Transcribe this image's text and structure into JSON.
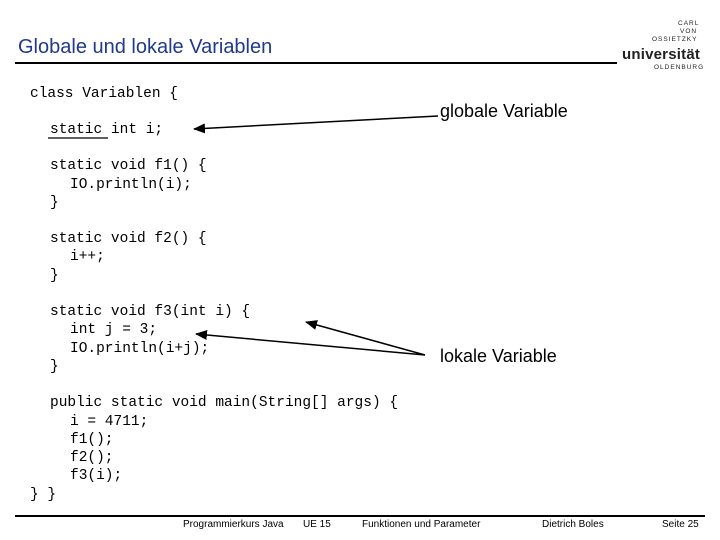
{
  "slide": {
    "title": "Globale und lokale Variablen"
  },
  "logo": {
    "line1": "CARL",
    "line2": "VON",
    "line3": "OSSIETZKY",
    "name": "universität",
    "city": "OLDENBURG"
  },
  "code": {
    "lines": [
      "class Variablen {",
      "static int i;",
      "static void f1() {",
      "IO.println(i);",
      "}",
      "static void f2() {",
      "i++;",
      "}",
      "static void f3(int i) {",
      "int j = 3;",
      "IO.println(i+j);",
      "}",
      "public static void main(String[] args) {",
      "i = 4711;",
      "f1();",
      "f2();",
      "f3(i);",
      "} }"
    ]
  },
  "callouts": {
    "global": "globale Variable",
    "local": "lokale Variable"
  },
  "footer": {
    "course": "Programmierkurs Java",
    "unit": "UE 15",
    "topic": "Funktionen und Parameter",
    "author": "Dietrich Boles",
    "page": "Seite 25"
  }
}
